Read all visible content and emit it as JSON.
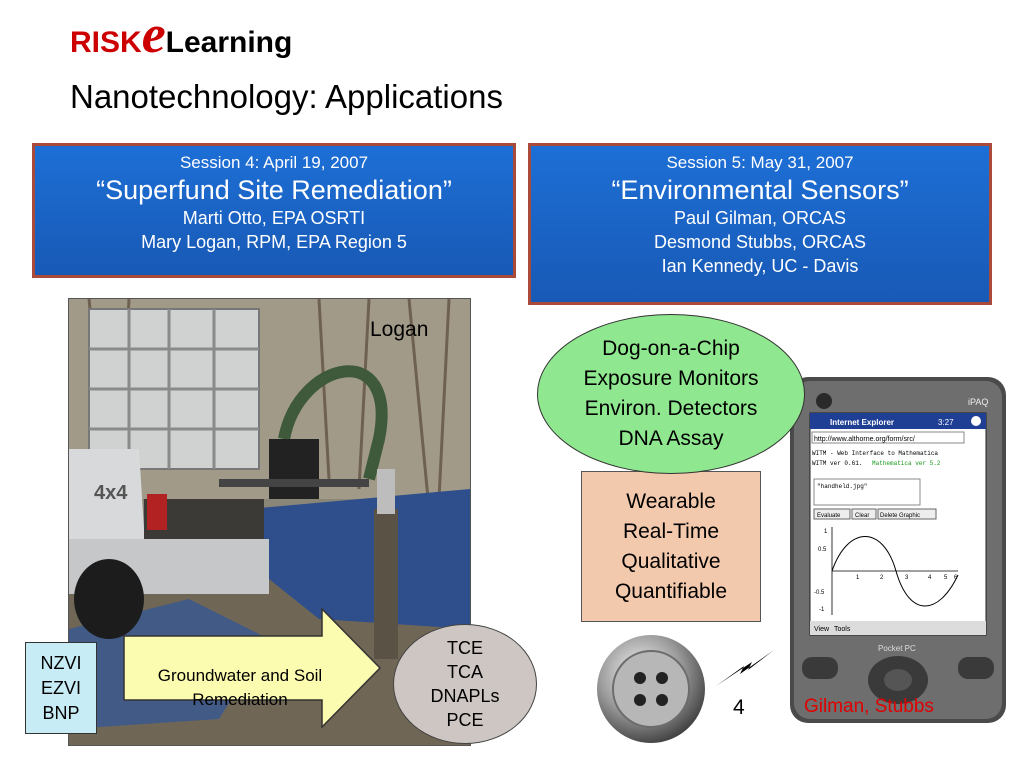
{
  "title": {
    "risk": "RISK",
    "e": "e",
    "learning": "Learning",
    "subtitle": "Nanotechnology: Applications"
  },
  "session4": {
    "line1": "Session 4: April 19, 2007",
    "topic": "“Superfund Site Remediation”",
    "speakers": [
      "Marti Otto, EPA OSRTI",
      "Mary Logan, RPM, EPA Region 5"
    ]
  },
  "session5": {
    "line1": "Session 5: May 31, 2007",
    "topic": "“Environmental Sensors”",
    "speakers": [
      "Paul Gilman, ORCAS",
      "Desmond Stubbs, ORCAS",
      "Ian Kennedy, UC - Davis"
    ]
  },
  "photo_label": "Logan",
  "ellipse_lines": [
    "Dog-on-a-Chip",
    "Exposure Monitors",
    "Environ. Detectors",
    "DNA Assay"
  ],
  "wearable_lines": [
    "Wearable",
    "Real-Time",
    "Qualitative",
    "Quantifiable"
  ],
  "pda": {
    "brand": "iPAQ",
    "app": "Internet Explorer",
    "time": "3:27",
    "url": "http://www.althorne.org/form/src/",
    "page_title": "WITM - Web Interface to Mathematica",
    "version": "WITM ver 0.61.",
    "version_mathematica": "Mathematica ver 5.2",
    "input_value": "\"handheld.jpg\"",
    "btn_evaluate": "Evaluate",
    "btn_clear": "Clear",
    "btn_delete": "Delete Graphic",
    "menu_view": "View",
    "menu_tools": "Tools",
    "footer": "Pocket PC",
    "axis_labels": [
      "1",
      "0.5",
      "-0.5",
      "-1",
      "1",
      "2",
      "3",
      "4",
      "5",
      "6"
    ]
  },
  "credit": "Gilman, Stubbs",
  "count_label": "4",
  "nzvi_lines": [
    "NZVI",
    "EZVI",
    "BNP"
  ],
  "arrow_text": "Groundwater and Soil Remediation",
  "contaminants": [
    "TCE",
    "TCA",
    "DNAPLs",
    "PCE"
  ],
  "colors": {
    "accent_red": "#cc0000",
    "session_blue": "#1a64c8",
    "session_border": "#a94a3a",
    "ellipse_green": "#8fe88f",
    "wearable_peach": "#f2c9ad",
    "nzvi_blue": "#c8ecf5",
    "arrow_yellow": "#fcfcb0",
    "tce_gray": "#cdc6c2"
  }
}
